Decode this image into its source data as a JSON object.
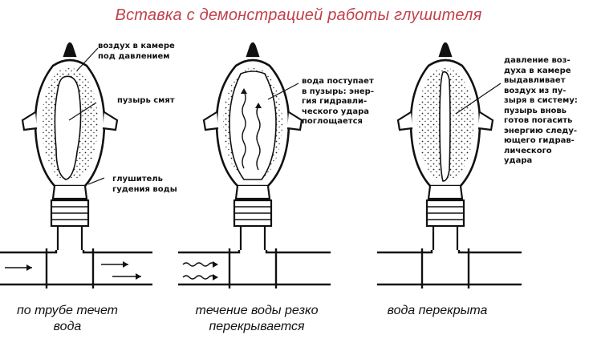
{
  "title": "Вставка с демонстрацией работы глушителя",
  "colors": {
    "title": "#c0404a",
    "ink": "#111111",
    "background": "#ffffff"
  },
  "panels": [
    {
      "notes": [
        {
          "lines": [
            "воздух в камере",
            "под давлением"
          ]
        },
        {
          "lines": [
            "пузырь смят"
          ]
        },
        {
          "lines": [
            "глушитель",
            "гудения воды"
          ]
        }
      ],
      "caption": [
        "по трубе течет",
        "вода"
      ]
    },
    {
      "notes": [
        {
          "lines": [
            "вода поступает",
            "в пузырь: энер-",
            "гия гидравли-",
            "ческого удара",
            "поглощается"
          ]
        }
      ],
      "caption": [
        "течение воды резко",
        "перекрывается"
      ]
    },
    {
      "notes": [
        {
          "lines": [
            "давление воз-",
            "духа в камере",
            "выдавливает",
            "воздух из пу-",
            "зыря в систему:",
            "пузырь вновь",
            "готов погасить",
            "энергию следу-",
            "ющего гидрав-",
            "лического",
            "удара"
          ]
        }
      ],
      "caption": [
        "вода перекрыта"
      ]
    }
  ]
}
